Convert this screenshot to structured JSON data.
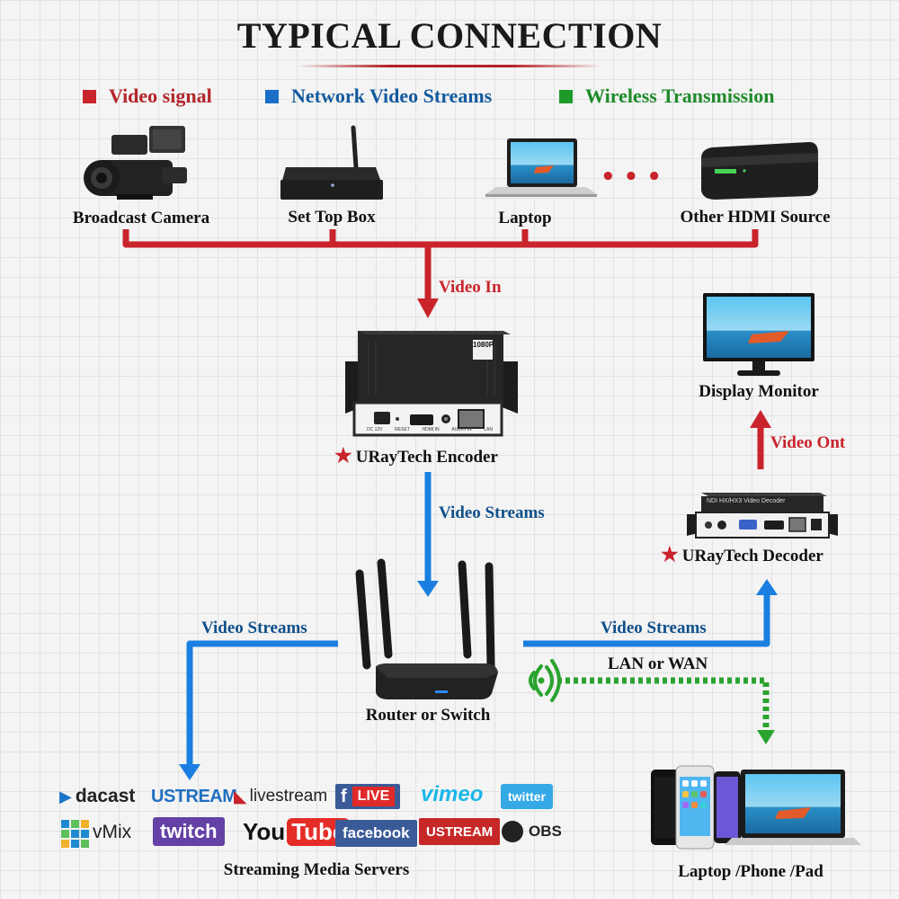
{
  "title": "TYPICAL CONNECTION",
  "legend": [
    {
      "label": "Video signal",
      "color": "#c9232b"
    },
    {
      "label": "Network Video Streams",
      "color": "#1a6fc9"
    },
    {
      "label": "Wireless Transmission",
      "color": "#1e9a2a"
    }
  ],
  "sources": {
    "camera": "Broadcast Camera",
    "settop": "Set Top Box",
    "laptop": "Laptop",
    "dots": "• • •",
    "other": "Other HDMI Source"
  },
  "edges": {
    "video_in": "Video In",
    "video_streams_down": "Video Streams",
    "video_streams_left": "Video Streams",
    "video_streams_right": "Video Streams",
    "video_out": "Video Ont",
    "lan_wan": "LAN or WAN"
  },
  "encoder": {
    "label": "URayTech Encoder",
    "badge": "1080P",
    "ports": [
      "DC 12V",
      "RESET",
      "HDMI IN",
      "AUDIO IN",
      "LAN"
    ]
  },
  "decoder": {
    "label": "URayTech Decoder",
    "top_text": "NDI HX/HX3 Video Decoder"
  },
  "monitor": {
    "label": "Display Monitor"
  },
  "router": {
    "label": "Router or Switch"
  },
  "servers": {
    "label": "Streaming Media Servers",
    "logos": {
      "dacast": "dacast",
      "ustream": "USTREAM",
      "livestream": "livestream",
      "fb_live_f": "f",
      "fb_live": "LIVE",
      "vimeo": "vimeo",
      "twitter": "twitter",
      "vmix": "vMix",
      "twitch": "twitch",
      "youtube_you": "You",
      "youtube_tube": "Tube",
      "facebook": "facebook",
      "ustreamtv": "USTREAM",
      "obs": "OBS"
    }
  },
  "devices": {
    "label": "Laptop /Phone /Pad"
  },
  "colors": {
    "red": "#c9232b",
    "blue": "#1a6fc9",
    "green": "#1e9a2a",
    "dark": "#1c1c1c"
  }
}
